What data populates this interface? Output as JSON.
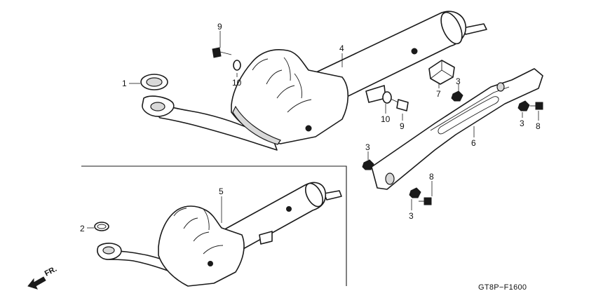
{
  "diagram": {
    "code": "GT8P−F1600",
    "direction_label": "FR.",
    "callouts": {
      "c1": "1",
      "c2": "2",
      "c3a": "3",
      "c3b": "3",
      "c3c": "3",
      "c3d": "3",
      "c4": "4",
      "c5": "5",
      "c6": "6",
      "c7": "7",
      "c8a": "8",
      "c8b": "8",
      "c9a": "9",
      "c9b": "9",
      "c10a": "10",
      "c10b": "10"
    }
  }
}
